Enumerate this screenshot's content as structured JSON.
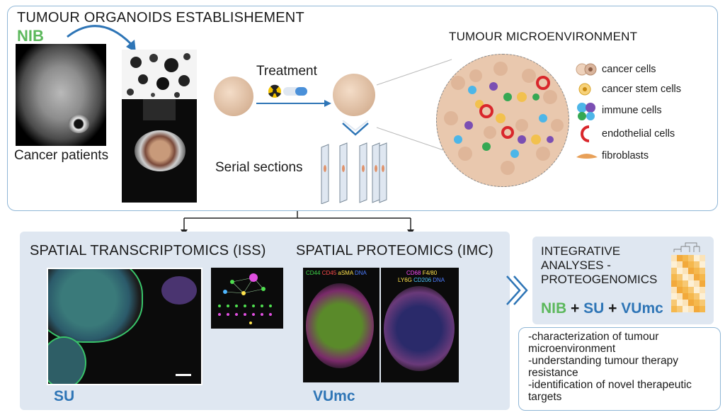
{
  "top": {
    "title": "TUMOUR ORGANOIDS ESTABLISHEMENT",
    "nib": "NIB",
    "cancer_patients": "Cancer patients",
    "treatment": "Treatment",
    "serial_sections": "Serial sections",
    "tme_title": "TUMOUR MICROENVIRONMENT",
    "legend": [
      {
        "label": "cancer cells",
        "color": "#d9b49c"
      },
      {
        "label": "cancer stem cells",
        "color": "#f2c14e"
      },
      {
        "label": "immune cells",
        "color": "#4db6e8"
      },
      {
        "label": "endothelial cells",
        "color": "#d9262b"
      },
      {
        "label": "fibroblasts",
        "color": "#e8a058"
      }
    ]
  },
  "spatial": {
    "iss_title": "SPATIAL TRANSCRIPTOMICS (ISS)",
    "imc_title": "SPATIAL PROTEOMICS (IMC)",
    "su": "SU",
    "vumc": "VUmc",
    "imc_left_markers": [
      {
        "text": "CD44",
        "color": "#3fd64a"
      },
      {
        "text": "CD45",
        "color": "#ff4d4d"
      },
      {
        "text": "aSMA",
        "color": "#ffe34d"
      },
      {
        "text": "DNA",
        "color": "#4d7dff"
      }
    ],
    "imc_right_markers_1": [
      {
        "text": "CD68",
        "color": "#ff4dff"
      },
      {
        "text": "F4/80",
        "color": "#ffe34d"
      }
    ],
    "imc_right_markers_2": [
      {
        "text": "LY6G",
        "color": "#ffe34d"
      },
      {
        "text": "CD206",
        "color": "#4dc8ff"
      },
      {
        "text": "DNA",
        "color": "#4d7dff"
      }
    ]
  },
  "integrative": {
    "title_lines": [
      "INTEGRATIVE",
      "ANALYSES -",
      "PROTEOGENOMICS"
    ],
    "nib": "NIB",
    "plus1": "+",
    "su": "SU",
    "plus2": "+",
    "vumc": "VUmc"
  },
  "outcomes": [
    "-characterization of tumour",
    "microenvironment",
    "-understanding tumour therapy",
    "resistance",
    "-identification of novel therapeutic",
    "targets"
  ],
  "colors": {
    "nib_green": "#5cb85c",
    "site_blue": "#2e75b6",
    "panel_blue": "#dfe7f1",
    "border_blue": "#8fb6d6"
  }
}
